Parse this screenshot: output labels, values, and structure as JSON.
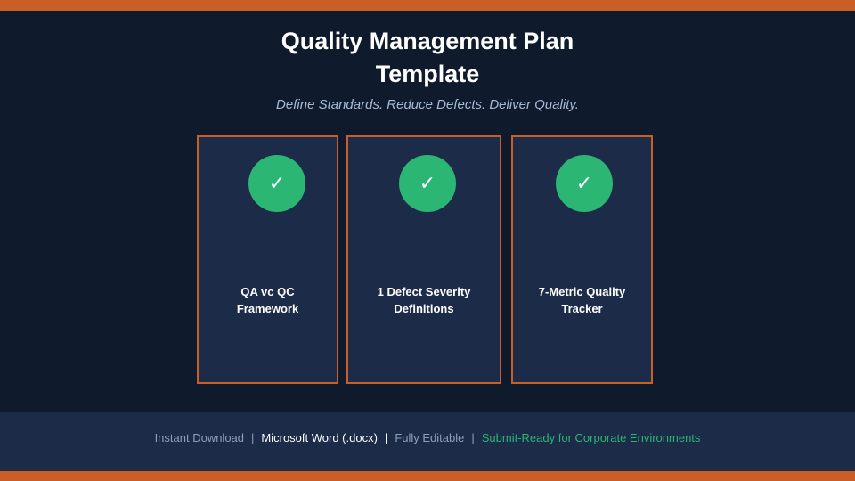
{
  "header": {
    "title_line1": "Quality Management Plan",
    "title_line2": "Template",
    "subtitle": "Define Standards. Reduce Defects. Deliver Quality."
  },
  "cards": [
    {
      "icon": "checkmark-icon",
      "glyph": "✓",
      "line1": "QA vc QC",
      "line2": "Framework"
    },
    {
      "icon": "checkmark-icon",
      "glyph": "✓",
      "line1": "1 Defect Severity",
      "line2": "Definitions"
    },
    {
      "icon": "checkmark-icon",
      "glyph": "✓",
      "line1": "7-Metric Quality",
      "line2": "Tracker"
    }
  ],
  "footer": {
    "item1": "Instant Download",
    "sep1": "|",
    "item2": "Microsoft Word (.docx)",
    "sep2": "|",
    "item3": "Fully Editable",
    "sep3": "|",
    "item4": "Submit-Ready for Corporate Environments"
  },
  "colors": {
    "background": "#0f1a2c",
    "card": "#1b2b48",
    "accent_orange": "#c95f27",
    "accent_green": "#2bb673"
  }
}
